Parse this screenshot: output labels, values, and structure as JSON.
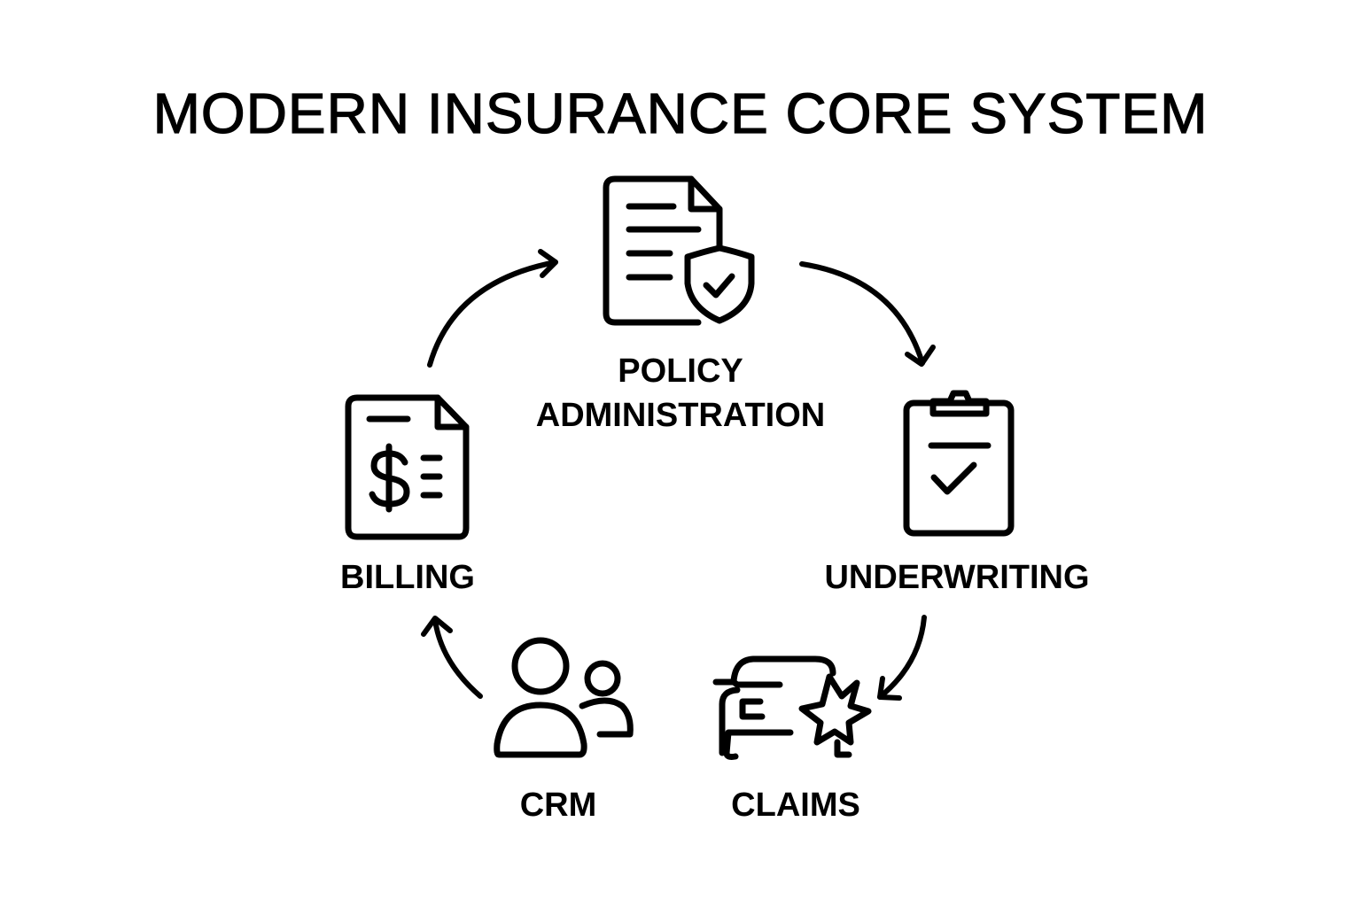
{
  "title": "MODERN INSURANCE CORE SYSTEM",
  "nodes": [
    {
      "id": "policy-administration",
      "label_lines": [
        "POLICY",
        "ADMINISTRATION"
      ],
      "icon": "document-shield-check-icon"
    },
    {
      "id": "underwriting",
      "label": "UNDERWRITING",
      "icon": "clipboard-check-icon"
    },
    {
      "id": "claims",
      "label": "CLAIMS",
      "icon": "car-crash-icon"
    },
    {
      "id": "crm",
      "label": "CRM",
      "icon": "users-icon"
    },
    {
      "id": "billing",
      "label": "BILLING",
      "icon": "invoice-dollar-icon"
    }
  ],
  "flow": [
    {
      "from": "billing",
      "to": "policy-administration"
    },
    {
      "from": "policy-administration",
      "to": "underwriting"
    },
    {
      "from": "underwriting",
      "to": "claims"
    },
    {
      "from": "crm",
      "to": "billing"
    }
  ],
  "colors": {
    "stroke": "#000000",
    "background": "#ffffff"
  }
}
